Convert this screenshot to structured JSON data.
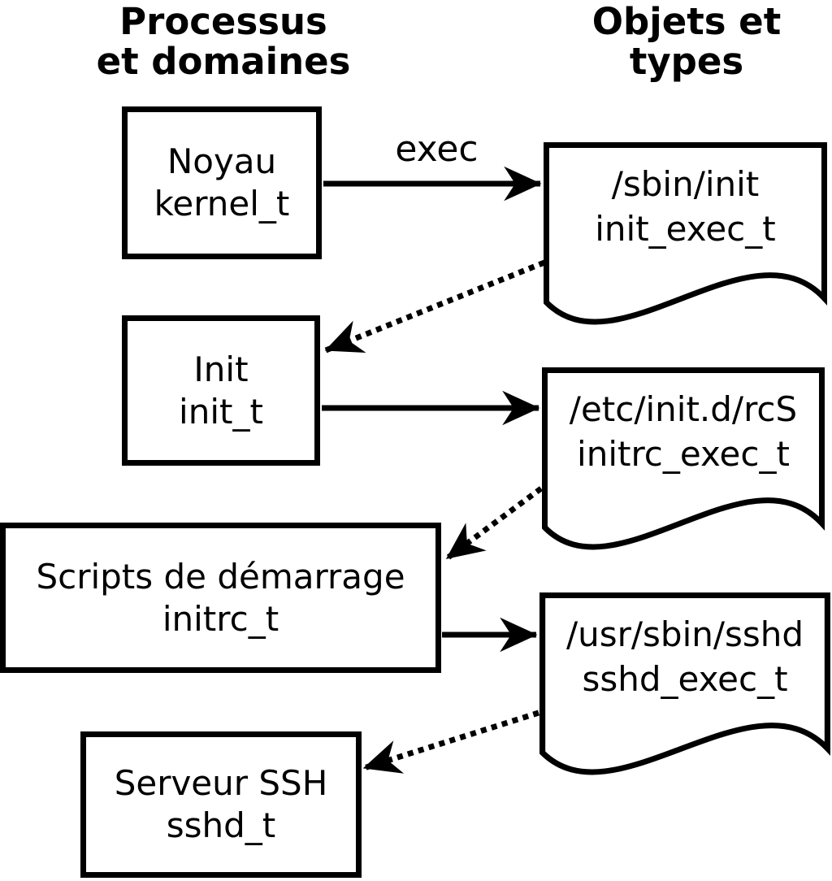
{
  "headers": {
    "left": {
      "line1": "Processus",
      "line2": "et domaines"
    },
    "right": {
      "line1": "Objets et",
      "line2": "types"
    }
  },
  "processes": [
    {
      "name": "Noyau",
      "type": "kernel_t"
    },
    {
      "name": "Init",
      "type": "init_t"
    },
    {
      "name": "Scripts de démarrage",
      "type": "initrc_t"
    },
    {
      "name": "Serveur SSH",
      "type": "sshd_t"
    }
  ],
  "objects": [
    {
      "path": "/sbin/init",
      "type": "init_exec_t"
    },
    {
      "path": "/etc/init.d/rcS",
      "type": "initrc_exec_t"
    },
    {
      "path": "/usr/sbin/sshd",
      "type": "sshd_exec_t"
    }
  ],
  "arrows": {
    "exec_label": "exec",
    "solid": [
      {
        "from": "kernel_t",
        "to": "init_exec_t",
        "label": "exec"
      },
      {
        "from": "init_t",
        "to": "initrc_exec_t",
        "label": ""
      },
      {
        "from": "initrc_t",
        "to": "sshd_exec_t",
        "label": ""
      }
    ],
    "dotted": [
      {
        "from": "init_exec_t",
        "to": "init_t"
      },
      {
        "from": "initrc_exec_t",
        "to": "initrc_t"
      },
      {
        "from": "sshd_exec_t",
        "to": "sshd_t"
      }
    ]
  },
  "colors": {
    "ink": "#000000",
    "background": "#ffffff"
  }
}
